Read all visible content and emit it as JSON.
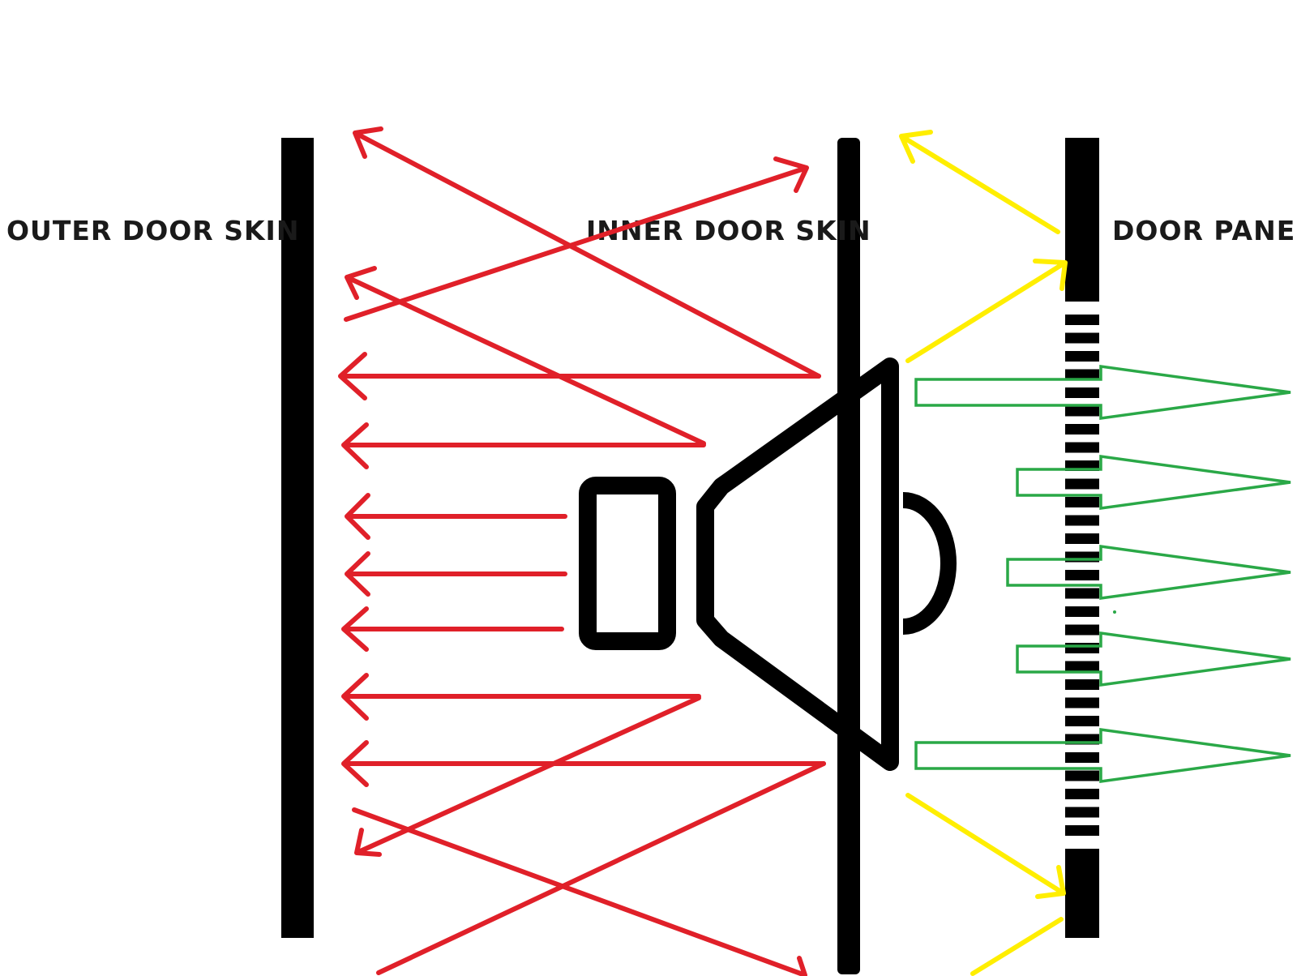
{
  "labels": {
    "outer": "OUTER DOOR SKIN",
    "inner": "INNER DOOR SKIN",
    "panel": "DOOR PANEL"
  },
  "colors": {
    "wall": "#000000",
    "rear_wave": "#e02029",
    "reflected_wave": "#ffee00",
    "transmitted_wave": "#2aa847",
    "background": "#ffffff"
  },
  "icons": {
    "speaker": "speaker-icon"
  }
}
